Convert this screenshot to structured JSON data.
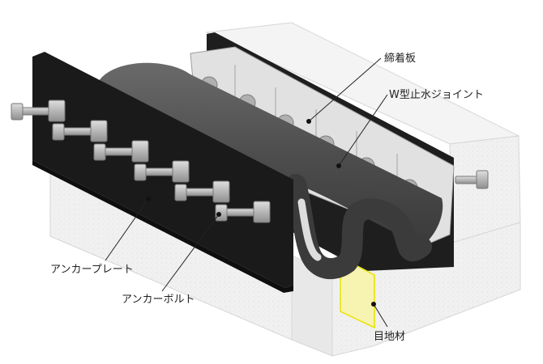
{
  "labels": {
    "fastening_plate": "締着板",
    "w_joint": "W型止水ジョイント",
    "anchor_plate": "アンカープレート",
    "anchor_bolt": "アンカーボルト",
    "joint_filler": "目地材"
  },
  "colors": {
    "concrete": "#efefef",
    "plate": "#1c1c1c",
    "rubber": "#4a4a4a",
    "clamp": "#dcdcdc",
    "filler": "#f7f3b0",
    "filler_line": "#e7e300",
    "bolt": "#b7b7b7"
  }
}
